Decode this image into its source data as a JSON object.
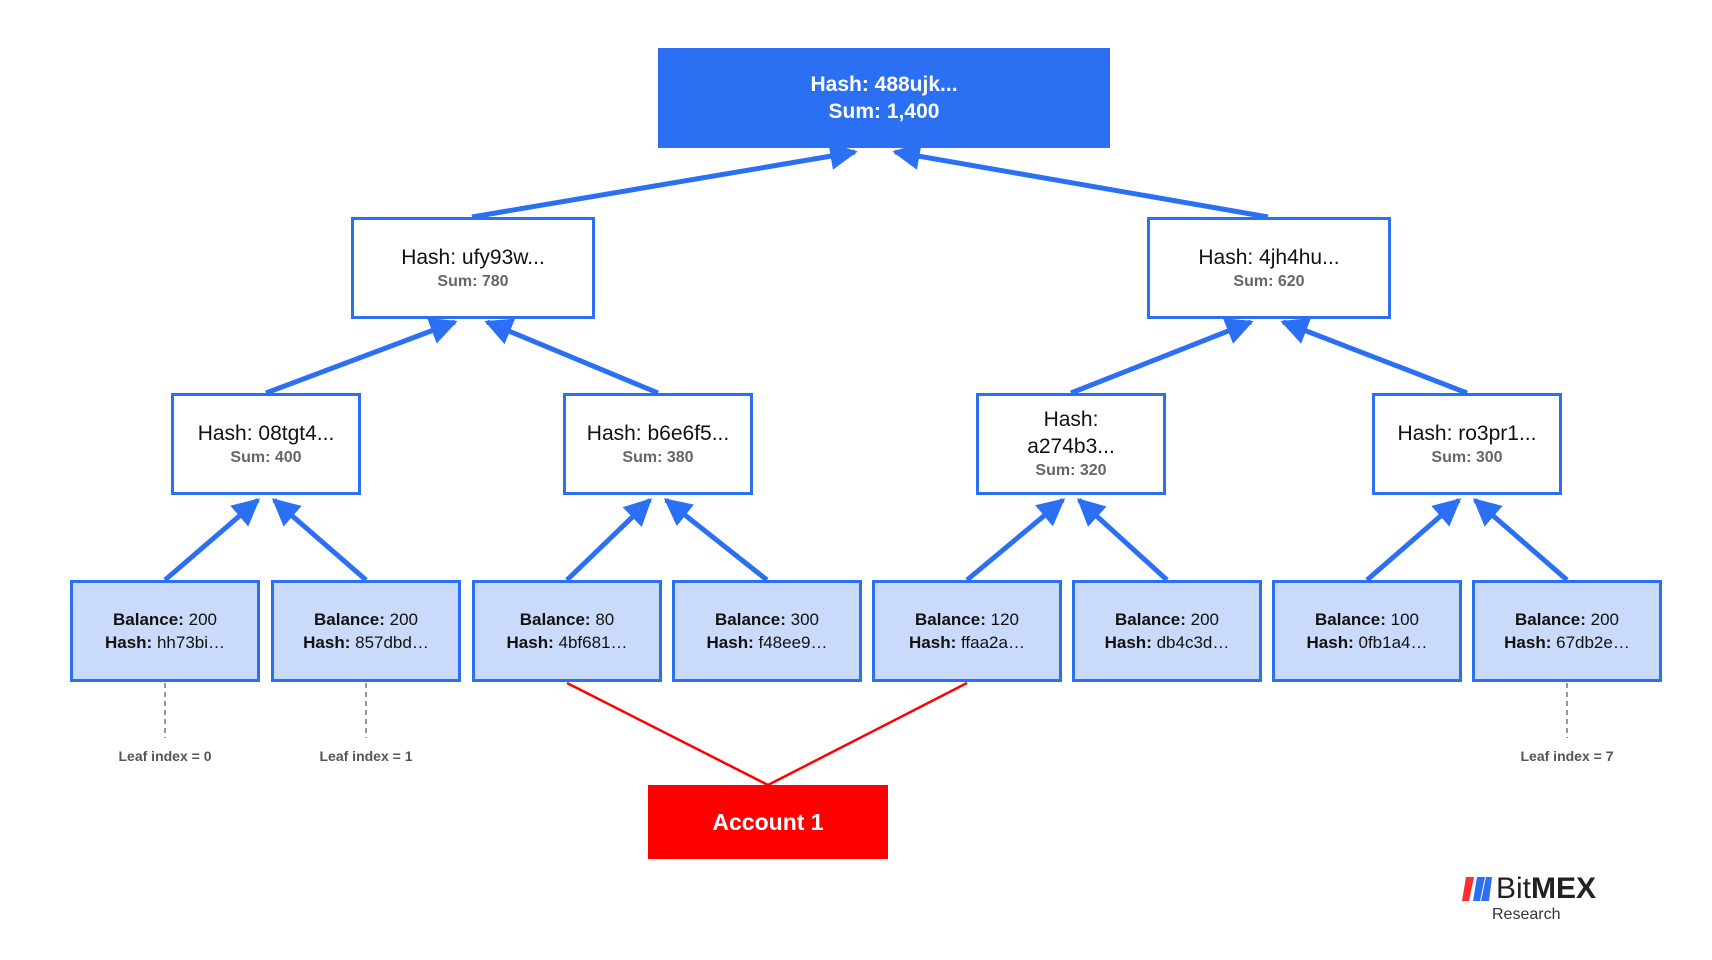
{
  "colors": {
    "accent": "#2b6ff2",
    "leaf_fill": "#c9dafa",
    "account": "#ff0000"
  },
  "root": {
    "hash": "Hash: 488ujk...",
    "sum": "Sum: 1,400"
  },
  "level1": [
    {
      "hash": "Hash: ufy93w...",
      "sum": "Sum: 780"
    },
    {
      "hash": "Hash: 4jh4hu...",
      "sum": "Sum: 620"
    }
  ],
  "level2": [
    {
      "hash": "Hash: 08tgt4...",
      "sum": "Sum: 400"
    },
    {
      "hash": "Hash: b6e6f5...",
      "sum": "Sum: 380"
    },
    {
      "hash": "Hash: a274b3...",
      "sum": "Sum: 320"
    },
    {
      "hash": "Hash: ro3pr1...",
      "sum": "Sum: 300"
    }
  ],
  "leaf_labels": {
    "balance": "Balance:",
    "hash": "Hash:"
  },
  "leaves": [
    {
      "balance": "200",
      "hash": "hh73bi…"
    },
    {
      "balance": "200",
      "hash": "857dbd…"
    },
    {
      "balance": "80",
      "hash": "4bf681…"
    },
    {
      "balance": "300",
      "hash": "f48ee9…"
    },
    {
      "balance": "120",
      "hash": "ffaa2a…"
    },
    {
      "balance": "200",
      "hash": "db4c3d…"
    },
    {
      "balance": "100",
      "hash": "0fb1a4…"
    },
    {
      "balance": "200",
      "hash": "67db2e…"
    }
  ],
  "leaf_index_labels": [
    "Leaf index = 0",
    "Leaf index = 1",
    "Leaf index = 7"
  ],
  "account": {
    "label": "Account 1"
  },
  "logo": {
    "brand_a": "Bit",
    "brand_b": "MEX",
    "sub": "Research"
  }
}
